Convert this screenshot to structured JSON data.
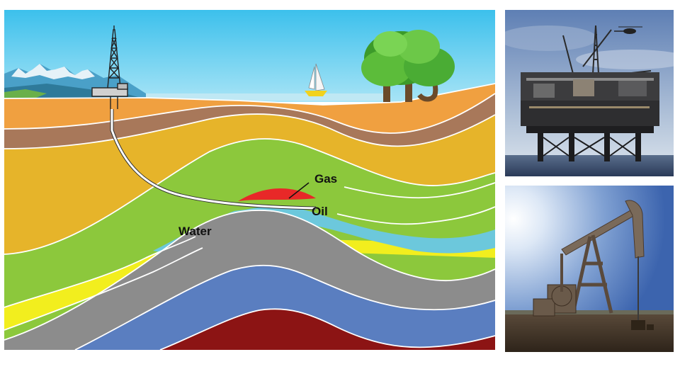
{
  "diagram": {
    "labels": {
      "gas": "Gas",
      "oil": "Oil",
      "water": "Water"
    },
    "colors": {
      "sky": "#46c8ee",
      "sand": "#f0a040",
      "brown": "#a8785a",
      "mustard": "#e6b42a",
      "green": "#8cc83c",
      "yellow": "#f2ee1e",
      "gray": "#8c8c8c",
      "blue": "#5a7ec0",
      "maroon": "#8c1414",
      "gas": "#e82828",
      "water": "#6cc8dc"
    }
  },
  "photos": [
    {
      "name": "offshore-oil-platform",
      "icon": "offshore-platform-icon"
    },
    {
      "name": "pumpjack",
      "icon": "pumpjack-icon"
    }
  ]
}
